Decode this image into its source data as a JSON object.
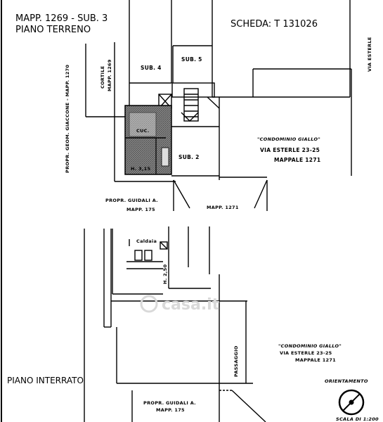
{
  "header": {
    "mapp_sub": "MAPP. 1269 - SUB. 3",
    "piano_terreno": "PIANO TERRENO",
    "scheda": "SCHEDA: T 131026"
  },
  "labels": {
    "sub4": "SUB. 4",
    "sub5": "SUB. 5",
    "sub2": "SUB. 2",
    "cuc": "CUC.",
    "h315": "H. 3,15",
    "cortile_1": "CORTILE",
    "cortile_2": "MAPP. 1269",
    "prop_geom": "PROPR. GEOM. GIACCONE - MAPP. 1270",
    "via_esterle_side": "VIA ESTERLE",
    "condominio_top": "\"CONDOMINIO GIALLO\"",
    "via_top": "VIA ESTERLE 23-25",
    "mappale_top": "MAPPALE 1271",
    "guidali_top_1": "PROPR. GUIDALI A.",
    "guidali_top_2": "MAPP. 175",
    "mapp1271": "MAPP. 1271",
    "caldaia": "Caldaia",
    "h250": "H. 2,50",
    "passaggio": "PASSAGGIO",
    "condominio_bot": "\"CONDOMINIO GIALLO\"",
    "via_bot": "VIA ESTERLE 23-25",
    "mappale_bot": "MAPPALE 1271",
    "piano_interrato": "PIANO INTERRATO",
    "guidali_bot_1": "PROPR. GUIDALI A.",
    "guidali_bot_2": "MAPP. 175",
    "orientamento": "ORIENTAMENTO",
    "scala": "SCALA DI 1:200",
    "watermark": "casa.it"
  },
  "colors": {
    "ink": "#000000",
    "hatch": "#555555",
    "watermark": "#d9d9d9"
  }
}
